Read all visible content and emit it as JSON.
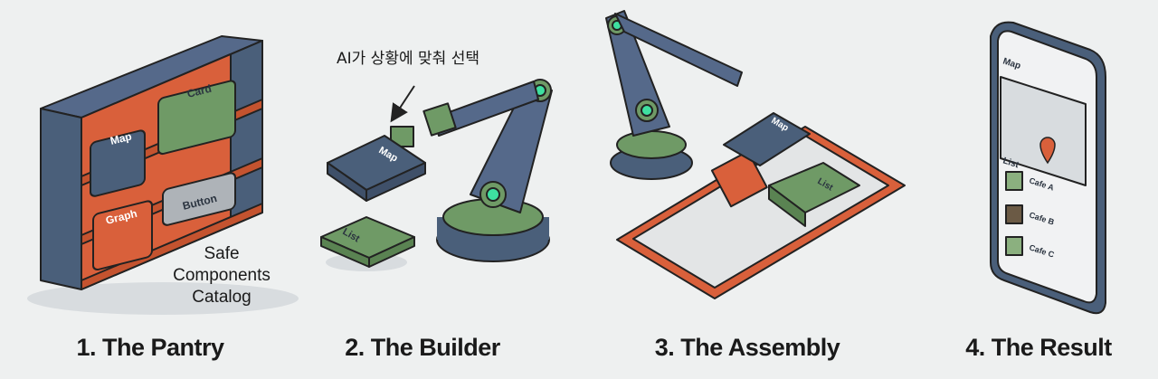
{
  "steps": [
    {
      "caption": "1. The Pantry",
      "catalog_label": [
        "Safe",
        "Components",
        "Catalog"
      ],
      "items": [
        "Map",
        "Card",
        "Graph",
        "Button"
      ]
    },
    {
      "caption": "2. The Builder",
      "annotation": "AI가 상황에 맞춰 선택",
      "items": [
        "Map",
        "List"
      ]
    },
    {
      "caption": "3. The Assembly",
      "items": [
        "Map",
        "List"
      ]
    },
    {
      "caption": "4. The Result",
      "sections": [
        "Map",
        "List"
      ],
      "list_items": [
        "Cafe A",
        "Cafe B",
        "Cafe C"
      ]
    }
  ],
  "colors": {
    "navy": "#4a5f7a",
    "orange": "#d9603b",
    "green": "#6f9a66",
    "teal_glow": "#3ee0a0",
    "background": "#eef0f0"
  }
}
